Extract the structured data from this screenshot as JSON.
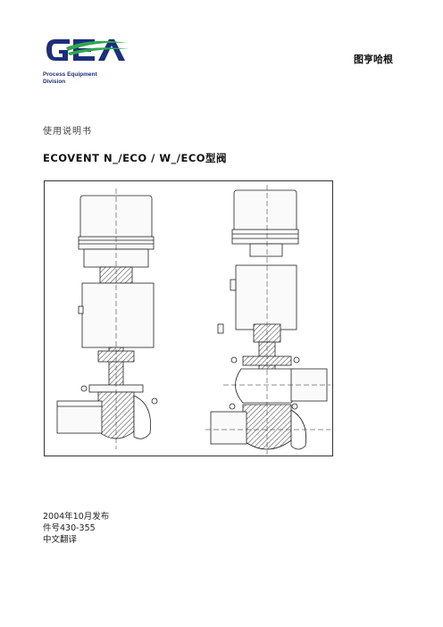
{
  "logo": {
    "wordmark": "GEA",
    "division_line1": "Process Equipment",
    "division_line2": "Division",
    "colors": {
      "blue": "#1c2f7a",
      "green": "#2fa84f"
    }
  },
  "company_name": "图亨哈根",
  "doc_type": "使用说明书",
  "doc_title": "ECOVENT N_/ECO / W_/ECO型阀",
  "info": {
    "release": "2004年10月发布",
    "part_no": "件号430-355",
    "translation": "中文翻译"
  }
}
